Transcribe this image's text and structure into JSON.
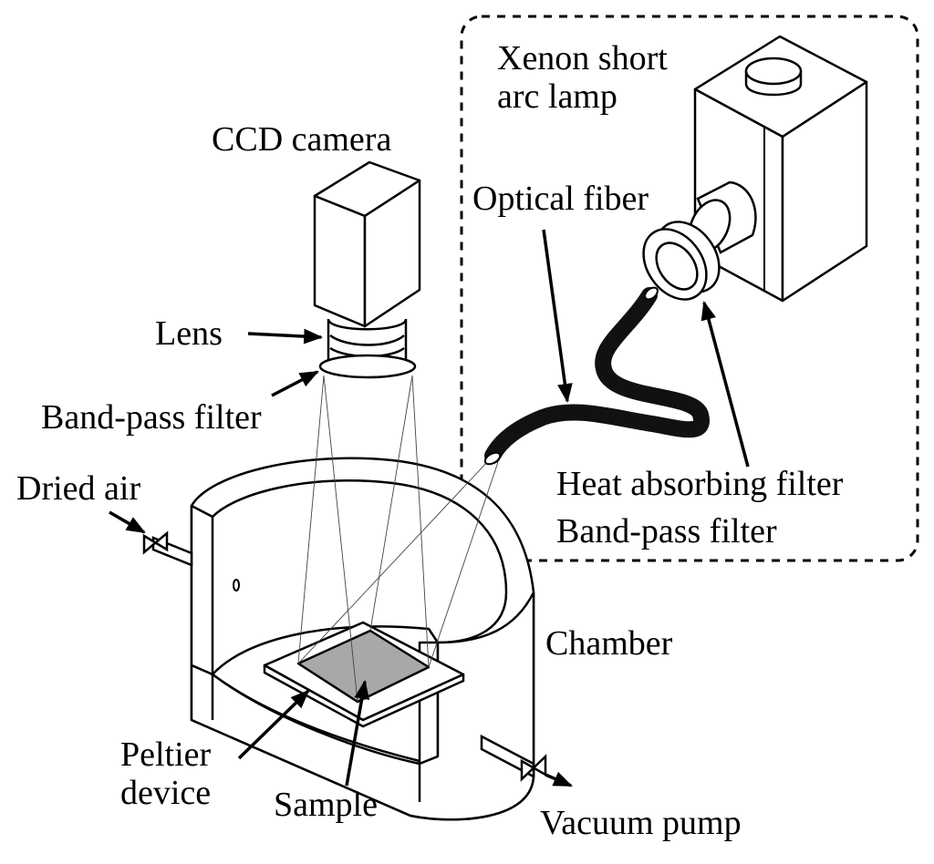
{
  "labels": {
    "lamp_line1": "Xenon short",
    "lamp_line2": "arc lamp",
    "ccd_camera": "CCD camera",
    "optical_fiber": "Optical fiber",
    "lens": "Lens",
    "band_pass_filter_camera": "Band-pass filter",
    "dried_air": "Dried air",
    "heat_absorbing_filter": "Heat absorbing filter",
    "band_pass_filter_lamp": "Band-pass filter",
    "chamber": "Chamber",
    "peltier_line1": "Peltier",
    "peltier_line2": "device",
    "sample": "Sample",
    "vacuum_pump": "Vacuum pump"
  },
  "colors": {
    "line": "#000000",
    "sample_fill": "#a8a8a8",
    "fiber": "#111111",
    "background": "#ffffff"
  }
}
